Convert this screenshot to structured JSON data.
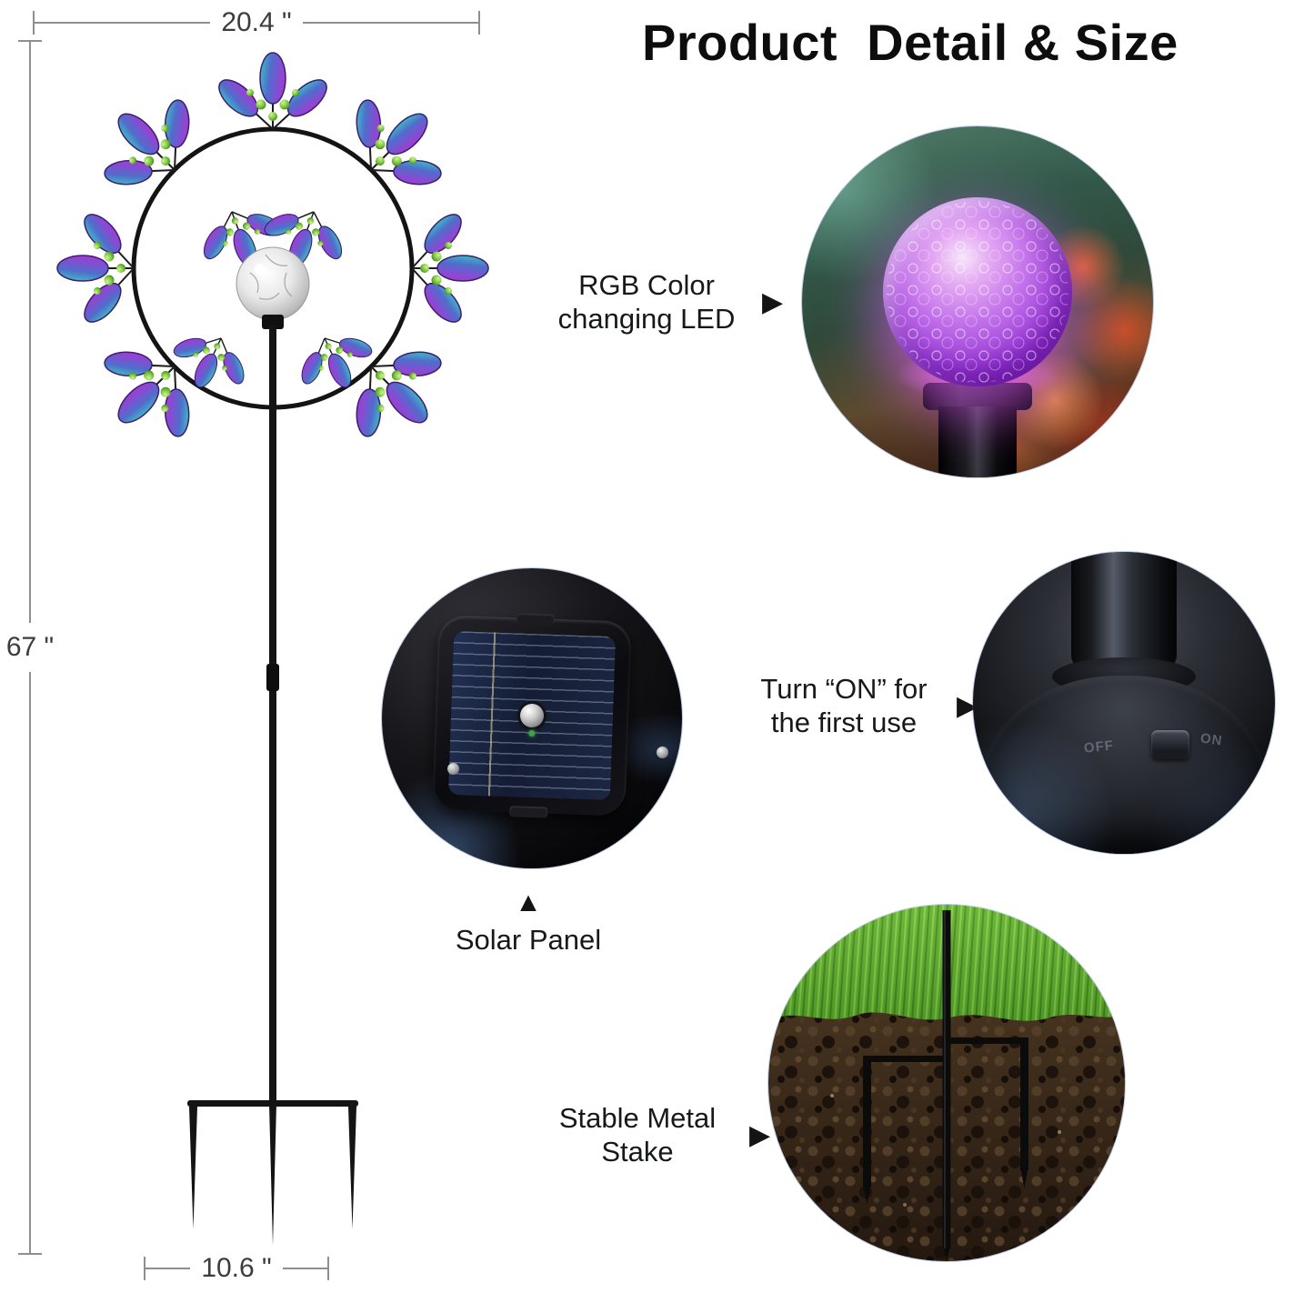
{
  "title": "Product  Detail & Size",
  "dimensions": {
    "width": "20.4 \"",
    "height": "67 \"",
    "stake_width": "10.6 \""
  },
  "callouts": {
    "led": {
      "line1": "RGB Color",
      "line2": "changing LED"
    },
    "solar": {
      "label": "Solar Panel"
    },
    "power": {
      "line1": "Turn “ON” for",
      "line2": "the first use"
    },
    "stake": {
      "line1": "Stable Metal",
      "line2": "Stake"
    }
  },
  "icons": {
    "arrow_right": "▶",
    "arrow_up": "▲"
  },
  "photos": {
    "power_switch": {
      "off_label": "OFF",
      "on_label": "ON"
    }
  },
  "colors": {
    "petal_teal": "#3fc9c4",
    "petal_purple": "#9b3fd4",
    "bead_green": "#7dc83f",
    "led_glow": "#d465f0",
    "grass": "#5aa62c",
    "soil": "#35261a",
    "metal": "#141414"
  }
}
